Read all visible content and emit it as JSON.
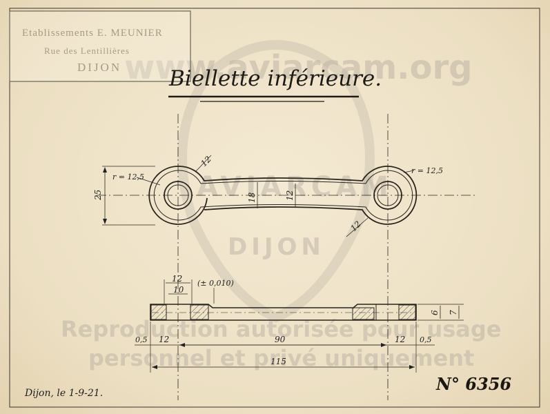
{
  "stamp": {
    "line1": "Etablissements E. MEUNIER",
    "line2": "Rue des Lentillières",
    "line3": "DIJON"
  },
  "title": "Biellette inférieure.",
  "watermark": {
    "url": "www.aviarcam.org",
    "logo_text_1": "AVIARCAM",
    "logo_text_2": "DIJON",
    "notice_1": "Reproduction autorisée pour usage",
    "notice_2": "personnel et privé uniquement"
  },
  "dimensions": {
    "r_left": "r = 12,5",
    "r_right": "r = 12,5",
    "height_25": "25",
    "width_12_top": "12",
    "width_12_bottom": "12",
    "web_18": "18",
    "web_12": "12",
    "bore_12": "12",
    "bore_10": "10",
    "tolerance": "(± 0,010)",
    "thick_6": "6",
    "thick_7": "7",
    "end_05_left": "0,5",
    "end_12_left": "12",
    "center_90": "90",
    "end_12_right": "12",
    "end_05_right": "0,5",
    "overall_115": "115"
  },
  "footer": {
    "date": "Dijon, le 1-9-21.",
    "drawing_number": "N° 6356"
  }
}
